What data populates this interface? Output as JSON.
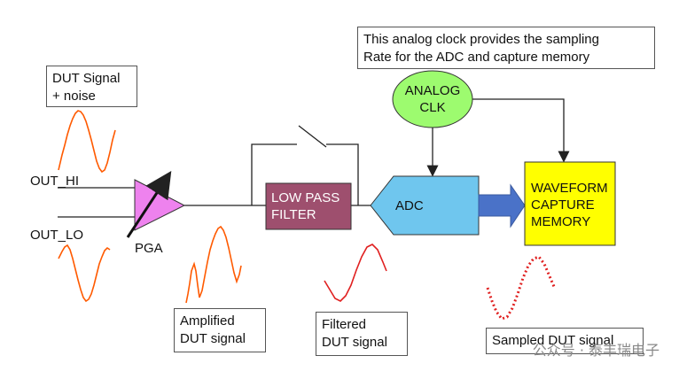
{
  "callouts": {
    "dut_signal": "DUT Signal\n+ noise",
    "clock_note": "This analog clock provides the sampling\nRate for the ADC and capture memory",
    "amplified": "Amplified\nDUT signal",
    "filtered": "Filtered\nDUT signal",
    "sampled": "Sampled DUT signal"
  },
  "labels": {
    "out_hi": "OUT_HI",
    "out_lo": "OUT_LO",
    "pga": "PGA"
  },
  "blocks": {
    "low_pass_filter": "LOW PASS\nFILTER",
    "adc": "ADC",
    "analog_clk": "ANALOG\nCLK",
    "waveform_memory": "WAVEFORM\nCAPTURE\nMEMORY"
  },
  "watermark": "公众号 · 泰丰瑞电子",
  "colors": {
    "pga": "#ee82ee",
    "lpf": "#9e4f6e",
    "adc": "#6fc6ee",
    "clk": "#9dfb6f",
    "memory": "#ffff00",
    "noisy_wave": "#ff5a00",
    "clean_wave": "#e02020",
    "arrow": "#4a72c8"
  }
}
